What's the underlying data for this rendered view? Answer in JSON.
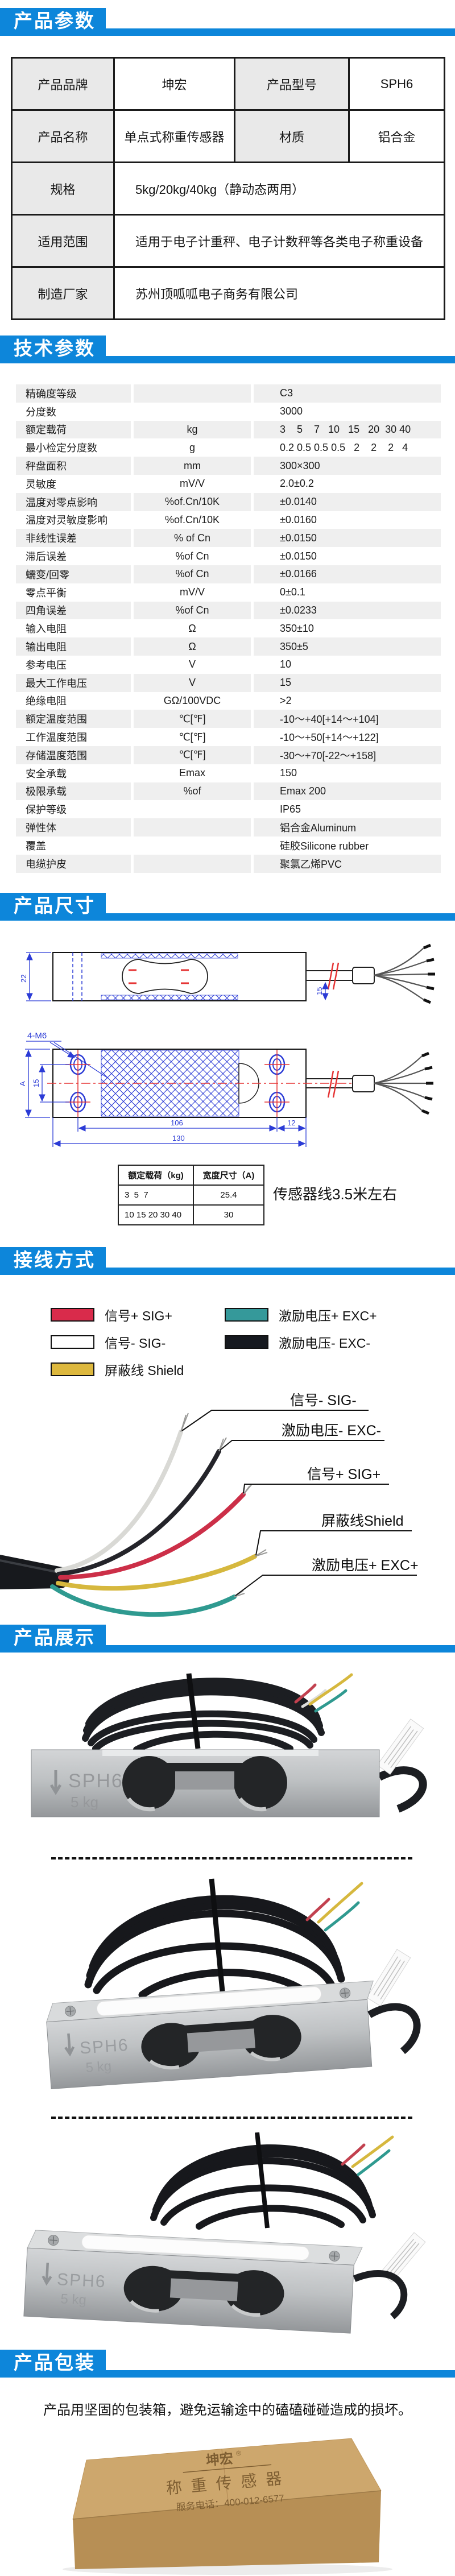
{
  "colors": {
    "accent": "#0d86da",
    "table_label_bg": "#e9e9e9",
    "tech_row_bg": "#efefef",
    "drawing_blue": "#2b3bd6",
    "drawing_red": "#e53333"
  },
  "headers": {
    "h1": "产品参数",
    "h2": "技术参数",
    "h3": "产品尺寸",
    "h4": "接线方式",
    "h5": "产品展示",
    "h6": "产品包装"
  },
  "product_table": {
    "r0": {
      "k1": "产品品牌",
      "v1": "坤宏",
      "k2": "产品型号",
      "v2": "SPH6"
    },
    "r1": {
      "k1": "产品名称",
      "v1": "单点式称重传感器",
      "k2": "材质",
      "v2": "铝合金"
    },
    "r2": {
      "k": "规格",
      "v": "5kg/20kg/40kg（静动态两用）"
    },
    "r3": {
      "k": "适用范围",
      "v": "适用于电子计重秤、电子计数秤等各类电子称重设备"
    },
    "r4": {
      "k": "制造厂家",
      "v": "苏州顶呱呱电子商务有限公司"
    }
  },
  "tech": {
    "rows": [
      {
        "name": "精确度等级",
        "unit": "",
        "value": "C3"
      },
      {
        "name": "分度数",
        "unit": "",
        "value": "3000"
      },
      {
        "name": "额定载荷",
        "unit": "kg",
        "value": "3    5    7   10   15   20  30 40"
      },
      {
        "name": "最小检定分度数",
        "unit": "g",
        "value": "0.2 0.5 0.5 0.5   2    2    2   4"
      },
      {
        "name": "秤盘面积",
        "unit": "mm",
        "value": "300×300"
      },
      {
        "name": "灵敏度",
        "unit": "mV/V",
        "value": "2.0±0.2"
      },
      {
        "name": "温度对零点影响",
        "unit": "%of.Cn/10K",
        "value": "±0.0140"
      },
      {
        "name": "温度对灵敏度影响",
        "unit": "%of.Cn/10K",
        "value": "±0.0160"
      },
      {
        "name": "非线性误差",
        "unit": "% of Cn",
        "value": "±0.0150"
      },
      {
        "name": "滞后误差",
        "unit": "%of Cn",
        "value": "±0.0150"
      },
      {
        "name": "蠕变/回零",
        "unit": "%of Cn",
        "value": "±0.0166"
      },
      {
        "name": "零点平衡",
        "unit": "mV/V",
        "value": "0±0.1"
      },
      {
        "name": "四角误差",
        "unit": "%of Cn",
        "value": "±0.0233"
      },
      {
        "name": "输入电阻",
        "unit": "Ω",
        "value": "350±10"
      },
      {
        "name": "输出电阻",
        "unit": "Ω",
        "value": "350±5"
      },
      {
        "name": "参考电压",
        "unit": "V",
        "value": "10"
      },
      {
        "name": "最大工作电压",
        "unit": "V",
        "value": "15"
      },
      {
        "name": "绝缘电阻",
        "unit": "GΩ/100VDC",
        "value": ">2"
      },
      {
        "name": "额定温度范围",
        "unit": "℃[℉]",
        "value": "-10～+40[+14～+104]"
      },
      {
        "name": "工作温度范围",
        "unit": "℃[℉]",
        "value": "-10～+50[+14～+122]"
      },
      {
        "name": "存储温度范围",
        "unit": "℃[℉]",
        "value": "-30～+70[-22～+158]"
      },
      {
        "name": "安全承载",
        "unit": "Emax",
        "value": "150"
      },
      {
        "name": "极限承载",
        "unit": "%of",
        "value": "Emax 200"
      },
      {
        "name": "保护等级",
        "unit": "",
        "value": "IP65"
      },
      {
        "name": "弹性体",
        "unit": "",
        "value": "铝合金Aluminum"
      },
      {
        "name": "覆盖",
        "unit": "",
        "value": "硅胶Silicone rubber"
      },
      {
        "name": "电缆护皮",
        "unit": "",
        "value": "聚氯乙烯PVC"
      }
    ]
  },
  "dims": {
    "d22": "22",
    "d15_side": "15",
    "m6_label": "4-M6",
    "d15_top": "15",
    "dA": "A",
    "d106": "106",
    "d12": "12",
    "d130": "130",
    "table": {
      "h1": "额定载荷（kg)",
      "h2": "宽度尺寸（A)",
      "r1c1": "3  5  7",
      "r1c2": "25.4",
      "r2c1": "10 15 20 30 40",
      "r2c2": "30"
    },
    "note": "传感器线3.5米左右"
  },
  "wiring": {
    "legend_left": [
      {
        "color": "#d92b4b",
        "label": "信号+ SIG+"
      },
      {
        "color": "#ffffff",
        "label": "信号- SIG-"
      },
      {
        "color": "#ddb83e",
        "label": "屏蔽线 Shield"
      }
    ],
    "legend_right": [
      {
        "color": "#35999a",
        "label": "激励电压+ EXC+"
      },
      {
        "color": "#16191f",
        "label": "激励电压- EXC-"
      }
    ],
    "labels": {
      "sig_minus": "信号- SIG-",
      "exc_minus": "激励电压- EXC-",
      "sig_plus": "信号+ SIG+",
      "shield": "屏蔽线Shield",
      "exc_plus": "激励电压+ EXC+"
    }
  },
  "display": {
    "marking_model": "SPH6",
    "marking_capacity": "5 kg"
  },
  "packaging": {
    "note": "产品用坚固的包装箱，避免运输途中的磕磕碰碰造成的损坏。",
    "box_brand": "坤宏",
    "box_reg": "®",
    "box_product": "称重传感器",
    "box_service": "服务电话：400-012-6577"
  }
}
